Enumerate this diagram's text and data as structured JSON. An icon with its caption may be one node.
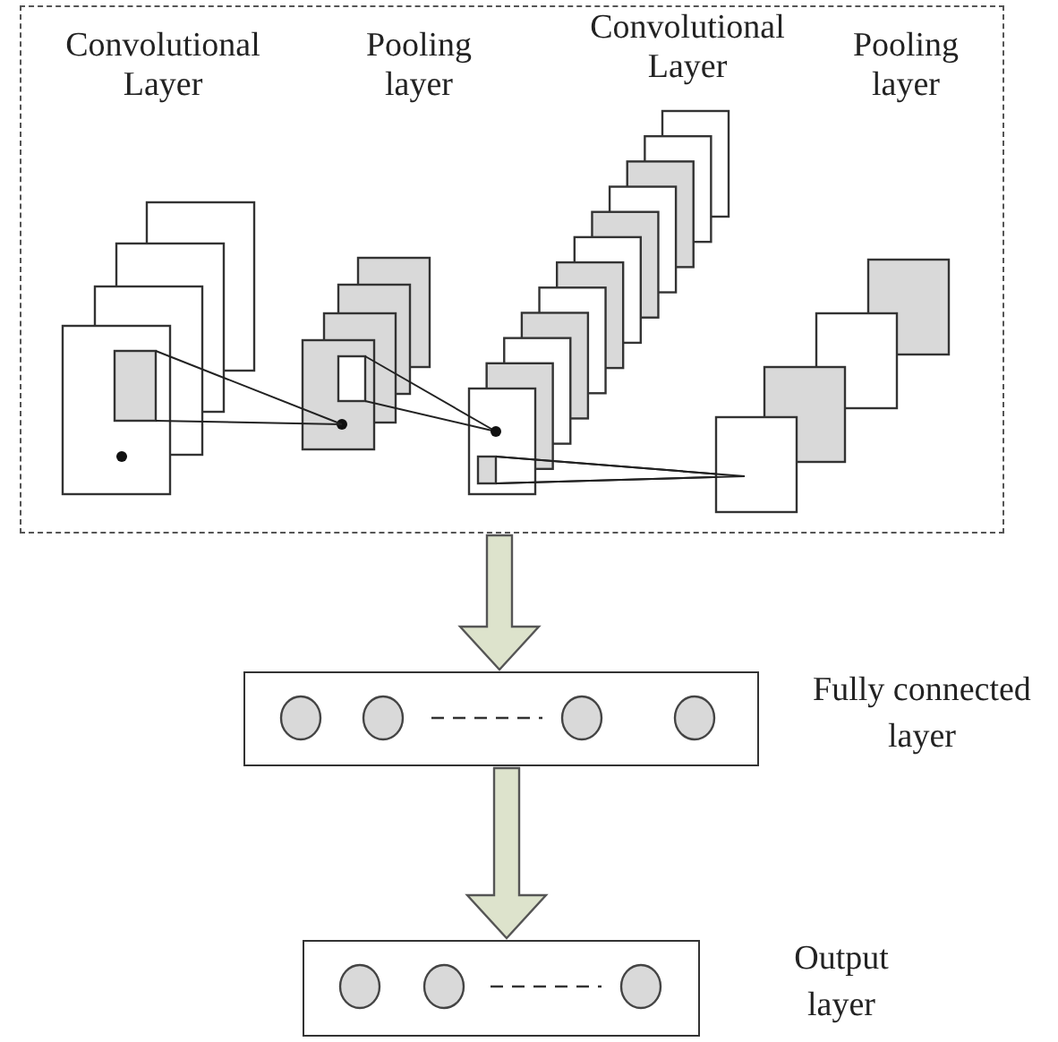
{
  "diagram": {
    "nodes": [
      {
        "text": [],
        "shape": "box"
      },
      {
        "text": [],
        "shape": "box",
        "beside": [
          "Fully connected layer"
        ]
      },
      {
        "text": [],
        "shape": "box",
        "beside": [
          "Output layer"
        ]
      }
    ],
    "edges": [
      {
        "from": 0,
        "to": 1,
        "arrow": "to"
      },
      {
        "from": 1,
        "to": 2,
        "arrow": "to"
      }
    ],
    "labels": [
      "Convolutional Layer",
      "Pooling layer",
      "Convolutional Layer",
      "Pooling layer"
    ]
  }
}
